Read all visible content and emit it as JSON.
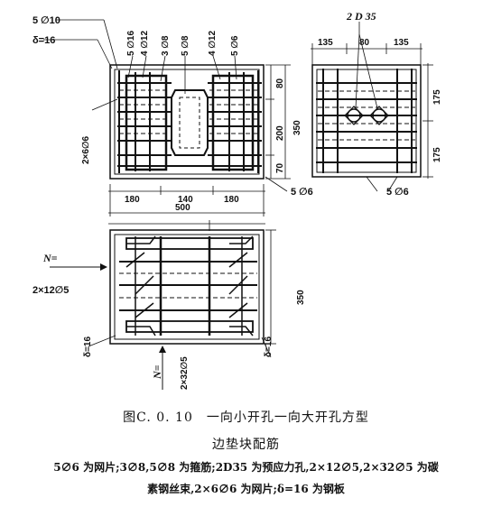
{
  "figure": {
    "title": "图C. 0. 10　一向小开孔一向大开孔方型",
    "subtitle": "边垫块配筋",
    "note_line1": "5∅6 为网片;3∅8,5∅8 为箍筋;2D35 为预应力孔,2×12∅5,2×32∅5 为碳",
    "note_line2": "素钢丝束,2×6∅6 为网片;δ=16 为钢板"
  },
  "plan_view": {
    "labels": {
      "mesh": "5 ∅10",
      "plate": "δ=16",
      "stirrup_a": "5 ∅16",
      "stirrup_b": "4 ∅12",
      "stirrup_c": "3 ∅8",
      "stirrup_d": "5 ∅8",
      "stirrup_e": "4 ∅12",
      "stirrup_f": "5 ∅6",
      "side_mesh": "2×6∅6",
      "bottom_mesh": "5 ∅6"
    },
    "dims": {
      "h1": "80",
      "h2": "200",
      "h3": "70",
      "h_total": "350",
      "w1": "180",
      "w2": "140",
      "w3": "180",
      "w_total": "500"
    }
  },
  "side_view": {
    "labels": {
      "duct": "2 D 35",
      "mesh": "5 ∅6"
    },
    "dims": {
      "w1": "135",
      "w2": "80",
      "w3": "135",
      "h1": "175",
      "h2": "175"
    }
  },
  "section_view": {
    "labels": {
      "force": "N=",
      "tendon_h": "2×12∅5",
      "force_v": "N=",
      "tendon_v": "2×32∅5",
      "plate_l": "δ=16",
      "plate_r": "δ=16"
    },
    "dims": {
      "h": "350"
    }
  }
}
